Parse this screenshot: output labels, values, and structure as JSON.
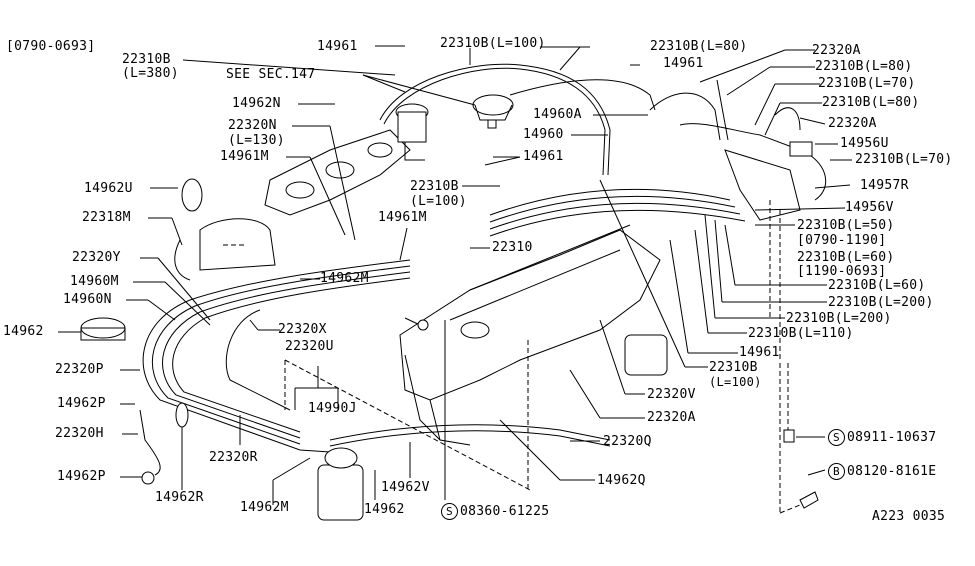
{
  "diagram": {
    "title_code": "[0790-0693]",
    "figure_id": "A223  0035",
    "colors": {
      "ink": "#000000",
      "background": "#ffffff"
    },
    "labels": {
      "p22310b_380": "22310B",
      "p22310b_380_len": "(L=380)",
      "see_sec": "SEE SEC.147",
      "p14961_top": "14961",
      "p22310b_100_top": "22310B(L=100)",
      "p22310b_80_a": "22310B(L=80)",
      "p14961_right": "14961",
      "p22320a_top": "22320A",
      "p22310b_80_b": "22310B(L=80)",
      "p22310b_70_a": "22310B(L=70)",
      "p22310b_80_c": "22310B(L=80)",
      "p22320a_mid": "22320A",
      "p14956u": "14956U",
      "p22310b_70_b": "22310B(L=70)",
      "p14957r": "14957R",
      "p14956v": "14956V",
      "p22310b_50": "22310B(L=50)",
      "p22310b_50_range": "[0790-1190]",
      "p22310b_60_alt": "22310B(L=60)",
      "p22310b_60_alt_range": "[1190-0693]",
      "p22310b_60": "22310B(L=60)",
      "p22310b_200_a": "22310B(L=200)",
      "p22310b_200_b": "22310B(L=200)",
      "p22310b_110": "22310B(L=110)",
      "p14961_lower": "14961",
      "p22310b_100_lower": "22310B",
      "p22310b_100_lower_len": "(L=100)",
      "p22320v": "22320V",
      "p22320a_low": "22320A",
      "p22320q": "22320Q",
      "p14962q": "14962Q",
      "bolt_s_1": "08911-10637",
      "bolt_b": "08120-8161E",
      "bolt_s_2": "08360-61225",
      "p14962n": "14962N",
      "p22320n": "22320N",
      "p22320n_len": "(L=130)",
      "p14961m_left": "14961M",
      "p14962u": "14962U",
      "p22318m": "22318M",
      "p22320y": "22320Y",
      "p14960m": "14960M",
      "p14960n": "14960N",
      "p14962": "14962",
      "p22320p": "22320P",
      "p14962p_a": "14962P",
      "p22320h": "22320H",
      "p14962p_b": "14962P",
      "p14962r": "14962R",
      "p22320r": "22320R",
      "p14962m_low": "14962M",
      "p14962_low": "14962",
      "p14962v": "14962V",
      "p14990j": "14990J",
      "p22320u": "22320U",
      "p22320x": "22320X",
      "p14962m_mid": "14962M",
      "p22310": "22310",
      "p14961m_mid": "14961M",
      "p22310b_100_mid": "22310B",
      "p22310b_100_mid_len": "(L=100)",
      "p14961_mid": "14961",
      "p14960": "14960",
      "p14960a": "14960A"
    },
    "symbols": {
      "s_mark": "S",
      "b_mark": "B"
    }
  }
}
